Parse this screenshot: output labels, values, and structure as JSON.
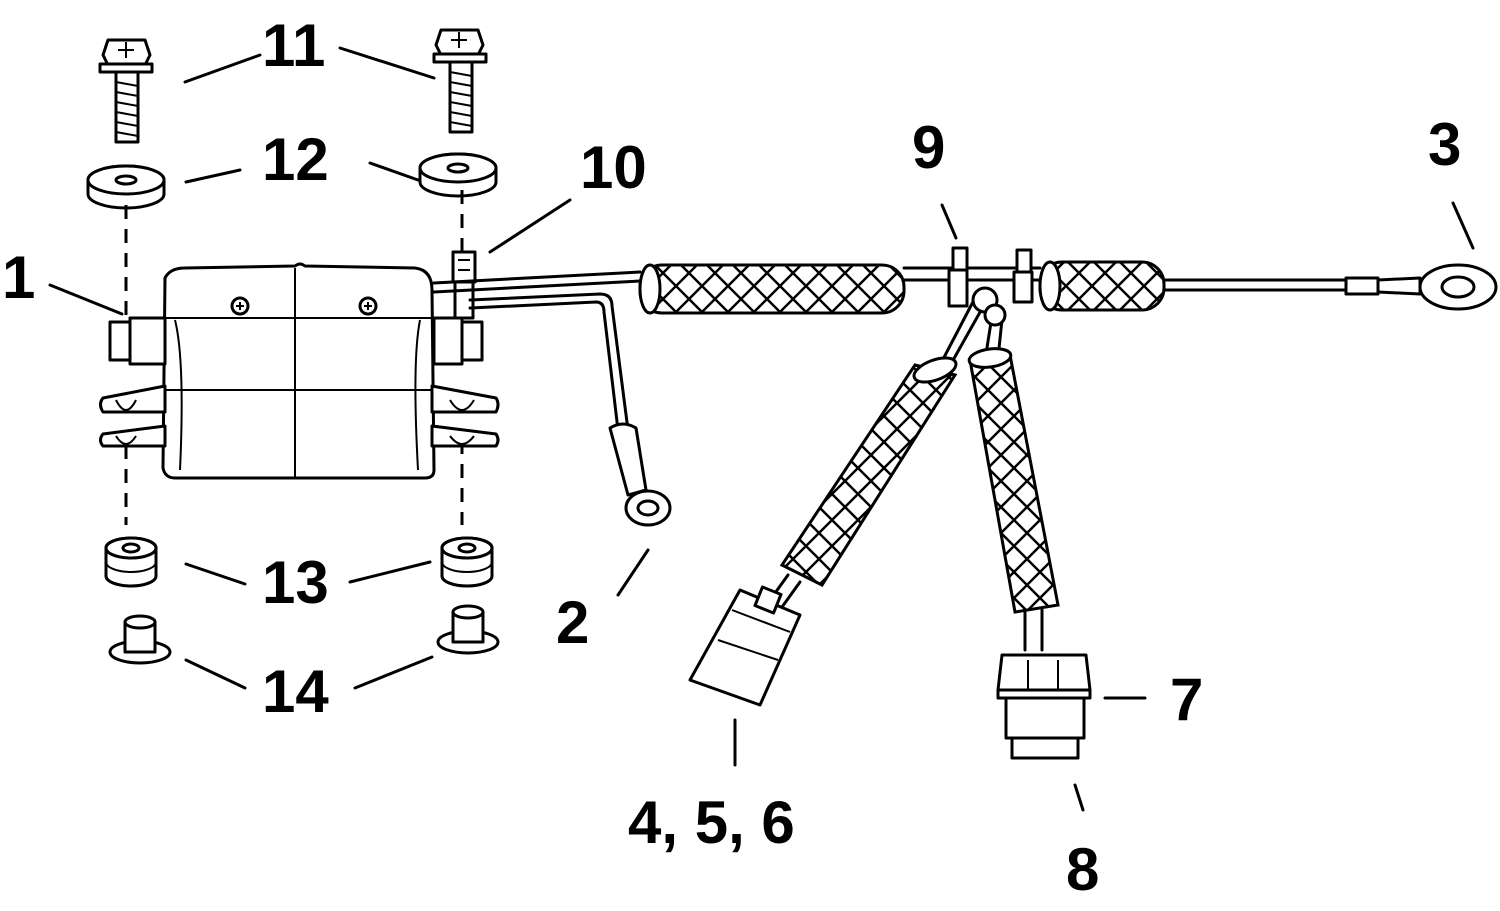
{
  "diagram": {
    "callouts": [
      {
        "id": "1",
        "label": "1"
      },
      {
        "id": "2",
        "label": "2"
      },
      {
        "id": "3",
        "label": "3"
      },
      {
        "id": "456",
        "label": "4, 5, 6"
      },
      {
        "id": "7",
        "label": "7"
      },
      {
        "id": "8",
        "label": "8"
      },
      {
        "id": "9",
        "label": "9"
      },
      {
        "id": "10",
        "label": "10"
      },
      {
        "id": "11",
        "label": "11"
      },
      {
        "id": "12",
        "label": "12"
      },
      {
        "id": "13",
        "label": "13"
      },
      {
        "id": "14",
        "label": "14"
      }
    ]
  }
}
